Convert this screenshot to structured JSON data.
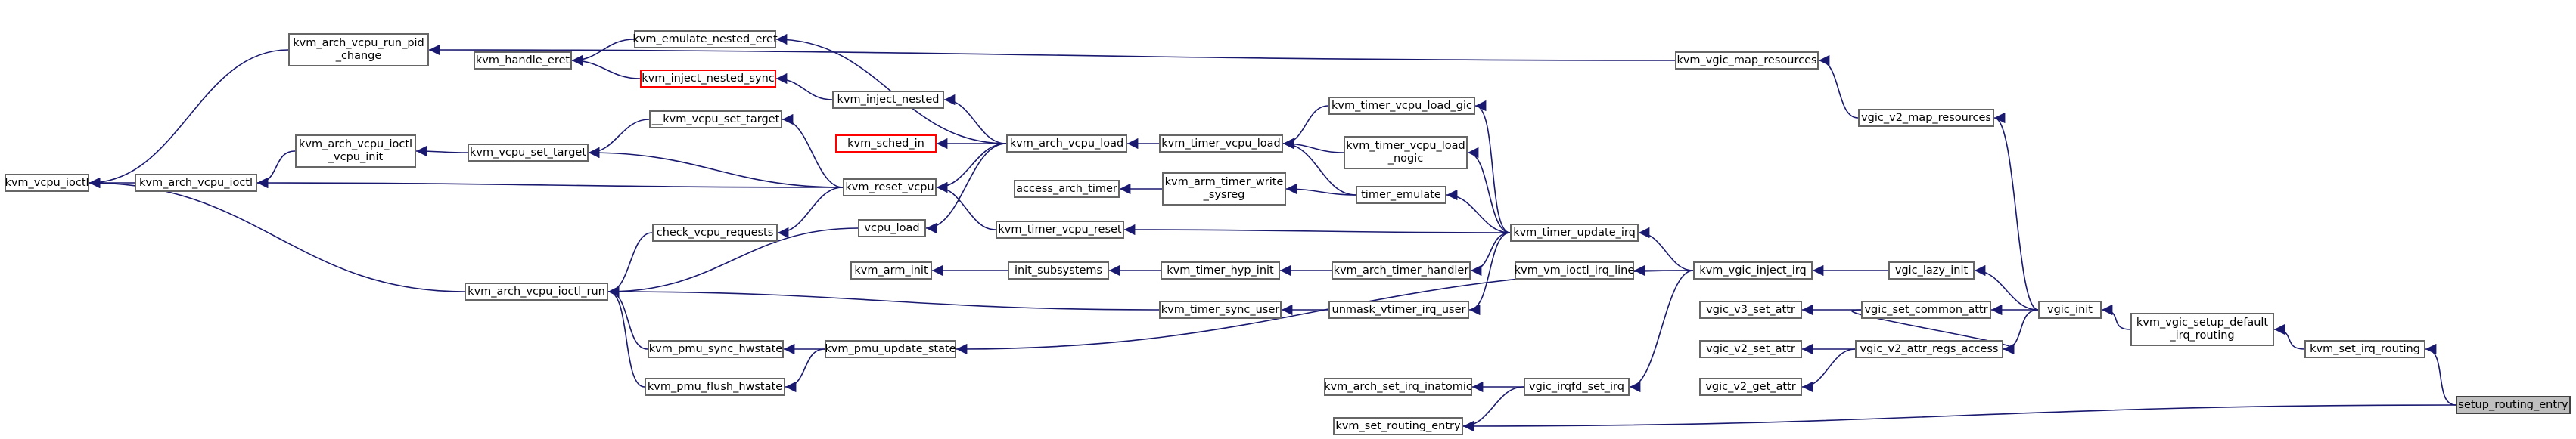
{
  "graph": {
    "title": "",
    "edge_color": "#191970",
    "nodes": [
      {
        "id": "kvm_vcpu_ioctl",
        "lines": [
          "kvm_vcpu_ioctl"
        ],
        "color": "gray"
      },
      {
        "id": "kvm_arch_vcpu_ioctl",
        "lines": [
          "kvm_arch_vcpu_ioctl"
        ],
        "color": "gray"
      },
      {
        "id": "kvm_arch_vcpu_run_pid_change",
        "lines": [
          "kvm_arch_vcpu_run_pid",
          "_change"
        ],
        "color": "gray"
      },
      {
        "id": "kvm_handle_eret",
        "lines": [
          "kvm_handle_eret"
        ],
        "color": "gray"
      },
      {
        "id": "kvm_emulate_nested_eret",
        "lines": [
          "kvm_emulate_nested_eret"
        ],
        "color": "gray"
      },
      {
        "id": "kvm_inject_nested_sync",
        "lines": [
          "kvm_inject_nested_sync"
        ],
        "color": "red"
      },
      {
        "id": "kvm_inject_nested",
        "lines": [
          "kvm_inject_nested"
        ],
        "color": "gray"
      },
      {
        "id": "kvm_arch_vcpu_ioctl_vcpu_init",
        "lines": [
          "kvm_arch_vcpu_ioctl",
          "_vcpu_init"
        ],
        "color": "gray"
      },
      {
        "id": "kvm_vcpu_set_target",
        "lines": [
          "kvm_vcpu_set_target"
        ],
        "color": "gray"
      },
      {
        "id": "__kvm_vcpu_set_target",
        "lines": [
          "__kvm_vcpu_set_target"
        ],
        "color": "gray"
      },
      {
        "id": "kvm_sched_in",
        "lines": [
          "kvm_sched_in"
        ],
        "color": "red"
      },
      {
        "id": "kvm_arch_vcpu_load",
        "lines": [
          "kvm_arch_vcpu_load"
        ],
        "color": "gray"
      },
      {
        "id": "kvm_reset_vcpu",
        "lines": [
          "kvm_reset_vcpu"
        ],
        "color": "gray"
      },
      {
        "id": "check_vcpu_requests",
        "lines": [
          "check_vcpu_requests"
        ],
        "color": "gray"
      },
      {
        "id": "vcpu_load",
        "lines": [
          "vcpu_load"
        ],
        "color": "gray"
      },
      {
        "id": "kvm_arch_vcpu_ioctl_run",
        "lines": [
          "kvm_arch_vcpu_ioctl_run"
        ],
        "color": "gray"
      },
      {
        "id": "kvm_pmu_sync_hwstate",
        "lines": [
          "kvm_pmu_sync_hwstate"
        ],
        "color": "gray"
      },
      {
        "id": "kvm_pmu_flush_hwstate",
        "lines": [
          "kvm_pmu_flush_hwstate"
        ],
        "color": "gray"
      },
      {
        "id": "kvm_pmu_update_state",
        "lines": [
          "kvm_pmu_update_state"
        ],
        "color": "gray"
      },
      {
        "id": "kvm_timer_vcpu_load",
        "lines": [
          "kvm_timer_vcpu_load"
        ],
        "color": "gray"
      },
      {
        "id": "kvm_timer_vcpu_load_gic",
        "lines": [
          "kvm_timer_vcpu_load_gic"
        ],
        "color": "gray"
      },
      {
        "id": "kvm_timer_vcpu_load_nogic",
        "lines": [
          "kvm_timer_vcpu_load",
          "_nogic"
        ],
        "color": "gray"
      },
      {
        "id": "access_arch_timer",
        "lines": [
          "access_arch_timer"
        ],
        "color": "gray"
      },
      {
        "id": "kvm_arm_timer_write_sysreg",
        "lines": [
          "kvm_arm_timer_write",
          "_sysreg"
        ],
        "color": "gray"
      },
      {
        "id": "timer_emulate",
        "lines": [
          "timer_emulate"
        ],
        "color": "gray"
      },
      {
        "id": "kvm_timer_vcpu_reset",
        "lines": [
          "kvm_timer_vcpu_reset"
        ],
        "color": "gray"
      },
      {
        "id": "kvm_arm_init",
        "lines": [
          "kvm_arm_init"
        ],
        "color": "gray"
      },
      {
        "id": "init_subsystems",
        "lines": [
          "init_subsystems"
        ],
        "color": "gray"
      },
      {
        "id": "kvm_timer_hyp_init",
        "lines": [
          "kvm_timer_hyp_init"
        ],
        "color": "gray"
      },
      {
        "id": "kvm_arch_timer_handler",
        "lines": [
          "kvm_arch_timer_handler"
        ],
        "color": "gray"
      },
      {
        "id": "kvm_timer_sync_user",
        "lines": [
          "kvm_timer_sync_user"
        ],
        "color": "gray"
      },
      {
        "id": "unmask_vtimer_irq_user",
        "lines": [
          "unmask_vtimer_irq_user"
        ],
        "color": "gray"
      },
      {
        "id": "kvm_timer_update_irq",
        "lines": [
          "kvm_timer_update_irq"
        ],
        "color": "gray"
      },
      {
        "id": "kvm_vm_ioctl_irq_line",
        "lines": [
          "kvm_vm_ioctl_irq_line"
        ],
        "color": "gray"
      },
      {
        "id": "kvm_arch_set_irq_inatomic",
        "lines": [
          "kvm_arch_set_irq_inatomic"
        ],
        "color": "gray"
      },
      {
        "id": "vgic_irqfd_set_irq",
        "lines": [
          "vgic_irqfd_set_irq"
        ],
        "color": "gray"
      },
      {
        "id": "kvm_set_routing_entry",
        "lines": [
          "kvm_set_routing_entry"
        ],
        "color": "gray"
      },
      {
        "id": "kvm_vgic_inject_irq",
        "lines": [
          "kvm_vgic_inject_irq"
        ],
        "color": "gray"
      },
      {
        "id": "kvm_vgic_map_resources",
        "lines": [
          "kvm_vgic_map_resources"
        ],
        "color": "gray"
      },
      {
        "id": "vgic_v2_map_resources",
        "lines": [
          "vgic_v2_map_resources"
        ],
        "color": "gray"
      },
      {
        "id": "vgic_lazy_init",
        "lines": [
          "vgic_lazy_init"
        ],
        "color": "gray"
      },
      {
        "id": "vgic_v3_set_attr",
        "lines": [
          "vgic_v3_set_attr"
        ],
        "color": "gray"
      },
      {
        "id": "vgic_set_common_attr",
        "lines": [
          "vgic_set_common_attr"
        ],
        "color": "gray"
      },
      {
        "id": "vgic_v2_set_attr",
        "lines": [
          "vgic_v2_set_attr"
        ],
        "color": "gray"
      },
      {
        "id": "vgic_v2_attr_regs_access",
        "lines": [
          "vgic_v2_attr_regs_access"
        ],
        "color": "gray"
      },
      {
        "id": "vgic_v2_get_attr",
        "lines": [
          "vgic_v2_get_attr"
        ],
        "color": "gray"
      },
      {
        "id": "vgic_init",
        "lines": [
          "vgic_init"
        ],
        "color": "gray"
      },
      {
        "id": "kvm_vgic_setup_default_irq_routing",
        "lines": [
          "kvm_vgic_setup_default",
          "_irq_routing"
        ],
        "color": "gray"
      },
      {
        "id": "kvm_set_irq_routing",
        "lines": [
          "kvm_set_irq_routing"
        ],
        "color": "gray"
      },
      {
        "id": "setup_routing_entry",
        "lines": [
          "setup_routing_entry"
        ],
        "color": "focus"
      }
    ],
    "edges": [
      [
        "kvm_arch_vcpu_ioctl",
        "kvm_vcpu_ioctl"
      ],
      [
        "kvm_arch_vcpu_run_pid_change",
        "kvm_vcpu_ioctl"
      ],
      [
        "kvm_arch_vcpu_ioctl_run",
        "kvm_vcpu_ioctl"
      ],
      [
        "kvm_arch_vcpu_ioctl_vcpu_init",
        "kvm_arch_vcpu_ioctl"
      ],
      [
        "kvm_reset_vcpu",
        "kvm_arch_vcpu_ioctl"
      ],
      [
        "kvm_vgic_map_resources",
        "kvm_arch_vcpu_run_pid_change"
      ],
      [
        "kvm_emulate_nested_eret",
        "kvm_handle_eret"
      ],
      [
        "kvm_inject_nested_sync",
        "kvm_handle_eret"
      ],
      [
        "kvm_arch_vcpu_load",
        "kvm_emulate_nested_eret"
      ],
      [
        "kvm_inject_nested",
        "kvm_inject_nested_sync"
      ],
      [
        "kvm_arch_vcpu_load",
        "kvm_inject_nested"
      ],
      [
        "kvm_vcpu_set_target",
        "kvm_arch_vcpu_ioctl_vcpu_init"
      ],
      [
        "__kvm_vcpu_set_target",
        "kvm_vcpu_set_target"
      ],
      [
        "kvm_reset_vcpu",
        "kvm_vcpu_set_target"
      ],
      [
        "kvm_reset_vcpu",
        "__kvm_vcpu_set_target"
      ],
      [
        "kvm_arch_vcpu_load",
        "kvm_sched_in"
      ],
      [
        "kvm_arch_vcpu_load",
        "kvm_reset_vcpu"
      ],
      [
        "kvm_arch_vcpu_load",
        "vcpu_load"
      ],
      [
        "kvm_timer_vcpu_load",
        "kvm_arch_vcpu_load"
      ],
      [
        "kvm_reset_vcpu",
        "check_vcpu_requests"
      ],
      [
        "kvm_timer_vcpu_reset",
        "kvm_reset_vcpu"
      ],
      [
        "check_vcpu_requests",
        "kvm_arch_vcpu_ioctl_run"
      ],
      [
        "vcpu_load",
        "kvm_arch_vcpu_ioctl_run"
      ],
      [
        "kvm_pmu_sync_hwstate",
        "kvm_arch_vcpu_ioctl_run"
      ],
      [
        "kvm_pmu_flush_hwstate",
        "kvm_arch_vcpu_ioctl_run"
      ],
      [
        "kvm_timer_sync_user",
        "kvm_arch_vcpu_ioctl_run"
      ],
      [
        "kvm_pmu_update_state",
        "kvm_pmu_sync_hwstate"
      ],
      [
        "kvm_pmu_update_state",
        "kvm_pmu_flush_hwstate"
      ],
      [
        "kvm_vgic_inject_irq",
        "kvm_pmu_update_state"
      ],
      [
        "kvm_timer_vcpu_load_gic",
        "kvm_timer_vcpu_load"
      ],
      [
        "kvm_timer_vcpu_load_nogic",
        "kvm_timer_vcpu_load"
      ],
      [
        "timer_emulate",
        "kvm_timer_vcpu_load"
      ],
      [
        "kvm_timer_update_irq",
        "kvm_timer_vcpu_load_gic"
      ],
      [
        "kvm_timer_update_irq",
        "kvm_timer_vcpu_load_nogic"
      ],
      [
        "kvm_arm_timer_write_sysreg",
        "access_arch_timer"
      ],
      [
        "timer_emulate",
        "kvm_arm_timer_write_sysreg"
      ],
      [
        "kvm_timer_update_irq",
        "timer_emulate"
      ],
      [
        "kvm_timer_update_irq",
        "kvm_timer_vcpu_reset"
      ],
      [
        "init_subsystems",
        "kvm_arm_init"
      ],
      [
        "kvm_timer_hyp_init",
        "init_subsystems"
      ],
      [
        "kvm_arch_timer_handler",
        "kvm_timer_hyp_init"
      ],
      [
        "kvm_timer_update_irq",
        "kvm_arch_timer_handler"
      ],
      [
        "unmask_vtimer_irq_user",
        "kvm_timer_sync_user"
      ],
      [
        "kvm_timer_update_irq",
        "unmask_vtimer_irq_user"
      ],
      [
        "kvm_vgic_inject_irq",
        "kvm_timer_update_irq"
      ],
      [
        "kvm_vgic_inject_irq",
        "kvm_vm_ioctl_irq_line"
      ],
      [
        "kvm_vgic_inject_irq",
        "vgic_irqfd_set_irq"
      ],
      [
        "vgic_irqfd_set_irq",
        "kvm_arch_set_irq_inatomic"
      ],
      [
        "vgic_irqfd_set_irq",
        "kvm_set_routing_entry"
      ],
      [
        "setup_routing_entry",
        "kvm_set_routing_entry"
      ],
      [
        "vgic_lazy_init",
        "kvm_vgic_inject_irq"
      ],
      [
        "vgic_v2_map_resources",
        "kvm_vgic_map_resources"
      ],
      [
        "vgic_init",
        "vgic_v2_map_resources"
      ],
      [
        "vgic_init",
        "vgic_lazy_init"
      ],
      [
        "vgic_set_common_attr",
        "vgic_v3_set_attr"
      ],
      [
        "vgic_init",
        "vgic_set_common_attr"
      ],
      [
        "vgic_v2_attr_regs_access",
        "vgic_v2_set_attr"
      ],
      [
        "vgic_v2_attr_regs_access",
        "vgic_v2_get_attr"
      ],
      [
        "vgic_init",
        "vgic_v2_attr_regs_access"
      ],
      [
        "vgic_set_common_attr",
        "vgic_v2_attr_regs_access"
      ],
      [
        "kvm_vgic_setup_default_irq_routing",
        "vgic_init"
      ],
      [
        "kvm_set_irq_routing",
        "kvm_vgic_setup_default_irq_routing"
      ],
      [
        "setup_routing_entry",
        "kvm_set_irq_routing"
      ]
    ]
  }
}
